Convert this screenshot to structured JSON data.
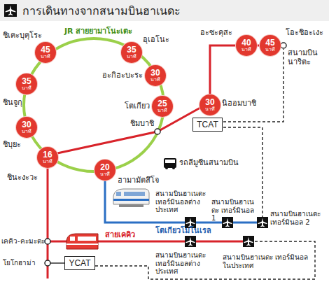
{
  "diagram": {
    "title": "การเดินทางจากสนามบินฮาเนดะ",
    "nodes": [
      {
        "text": [
          "45",
          "นาที"
        ]
      },
      {
        "text": [
          "35",
          "นาที"
        ]
      },
      {
        "text": [
          "40",
          "นาที"
        ]
      },
      {
        "text": [
          "45",
          "นาที"
        ]
      },
      {
        "text": [
          "30",
          "นาที"
        ]
      },
      {
        "text": [
          "35",
          "นาที"
        ]
      },
      {
        "text": [
          "25",
          "นาที"
        ]
      },
      {
        "text": [
          "30",
          "นาที"
        ]
      },
      {
        "text": [
          "TCAT"
        ]
      },
      {
        "text": [
          "30",
          "นาที"
        ]
      },
      {
        "text": [
          "16",
          "นาที"
        ]
      },
      {
        "text": [
          "20",
          "นาที"
        ]
      },
      {
        "text": [
          "YCAT"
        ]
      }
    ],
    "edges": [
      {
        "from": 7,
        "to": 2,
        "arrow": "none"
      },
      {
        "from": 2,
        "to": 3,
        "arrow": "none"
      }
    ],
    "labels": [
      "JR สายยามาโนะเตะ",
      "ชิเคะบุคุโระ",
      "อุเอโนะ",
      "อะซะคุสะ",
      "โอะชิอะเงะ",
      "สนามบินนาริตะ",
      "อะกิฮะบะระ",
      "ชินจูกุ",
      "โตเกียว",
      "นิฮอมบาชิ",
      "ชิมบาชิ",
      "ชิบุยะ",
      "ชินะงะวะ",
      "ฮามามัตสึโจ",
      "สนามบินฮาเนดะ เทอร์มินอลต่างประเทศ",
      "สนามบินฮาเนดะ เทอร์มินอล 1",
      "สนามบินฮาเนดะ เทอร์มินอล 2",
      "โตเกียวโมโนเรล",
      "เคคิว-คะมะตะ",
      "สายเคคิว",
      "โยโกฮาม่า",
      "สนามบินฮาเนดะ เทอร์มินอลต่างประเทศ",
      "สนามบินฮาเนดะ เทอร์มินอลในประเทศ"
    ],
    "legend": [
      {
        "text": "รถลีมูซีนสนามบิน"
      }
    ]
  }
}
